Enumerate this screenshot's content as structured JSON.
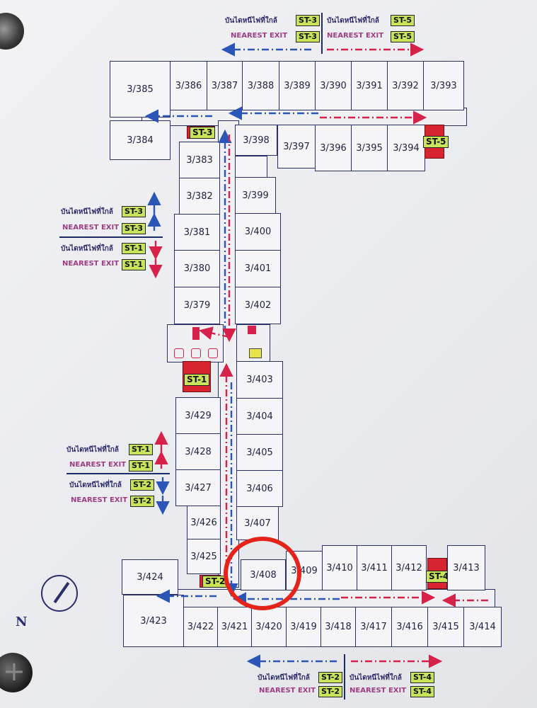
{
  "rooms": {
    "r385": "3/385",
    "r386": "3/386",
    "r387": "3/387",
    "r388": "3/388",
    "r389": "3/389",
    "r390": "3/390",
    "r391": "3/391",
    "r392": "3/392",
    "r393": "3/393",
    "r384": "3/384",
    "r398": "3/398",
    "r397": "3/397",
    "r396": "3/396",
    "r395": "3/395",
    "r394": "3/394",
    "r383": "3/383",
    "r382": "3/382",
    "r399": "3/399",
    "r381": "3/381",
    "r400": "3/400",
    "r380": "3/380",
    "r401": "3/401",
    "r379": "3/379",
    "r402": "3/402",
    "r403": "3/403",
    "r429": "3/429",
    "r404": "3/404",
    "r428": "3/428",
    "r405": "3/405",
    "r427": "3/427",
    "r406": "3/406",
    "r426": "3/426",
    "r407": "3/407",
    "r425": "3/425",
    "r424": "3/424",
    "r408": "3/408",
    "r409": "3/409",
    "r410": "3/410",
    "r411": "3/411",
    "r412": "3/412",
    "r413": "3/413",
    "r423": "3/423",
    "r422": "3/422",
    "r421": "3/421",
    "r420": "3/420",
    "r419": "3/419",
    "r418": "3/418",
    "r417": "3/417",
    "r416": "3/416",
    "r415": "3/415",
    "r414": "3/414"
  },
  "stairs": {
    "st1": "ST-1",
    "st2": "ST-2",
    "st3": "ST-3",
    "st4": "ST-4",
    "st5": "ST-5"
  },
  "legend": {
    "thai_exit": "บันไดหนีไฟที่ใกล้",
    "nearest_exit": "NEAREST EXIT"
  },
  "compass": {
    "north": "N"
  },
  "colors": {
    "blue_route": "#2b56b8",
    "red_route": "#d6224a",
    "wall": "#2a2f6a",
    "exit_tag": "#c9e35a",
    "stair": "#d7242e",
    "highlight": "#e4231b"
  }
}
